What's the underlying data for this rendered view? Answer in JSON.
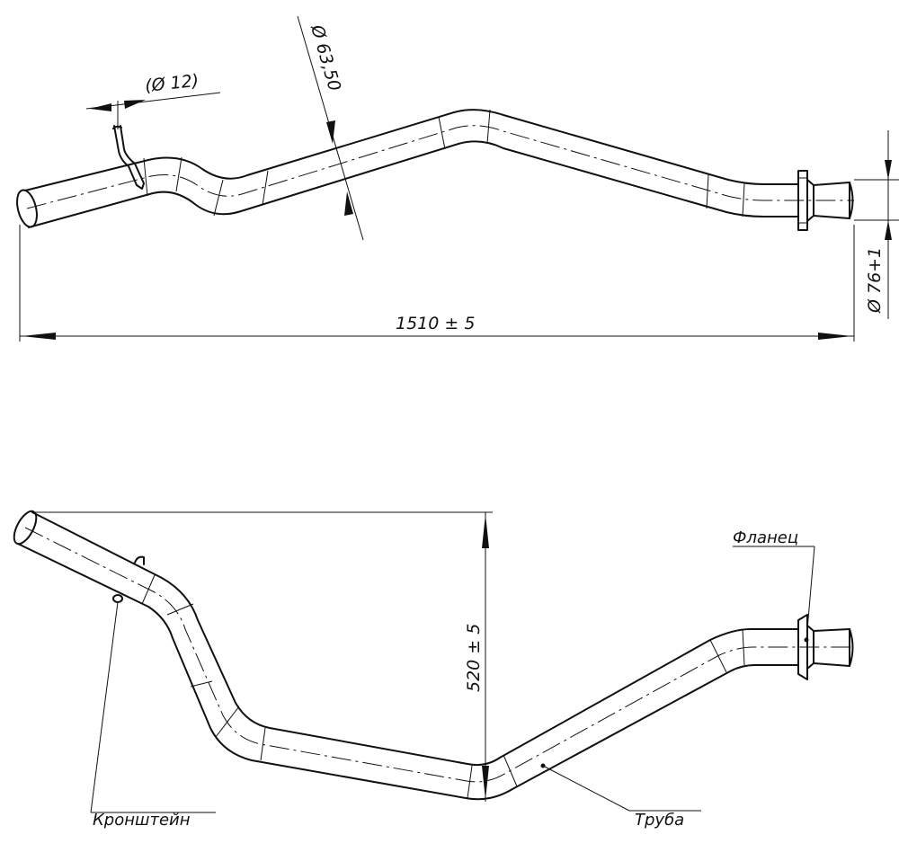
{
  "top_view": {
    "dia_bracket": "(Ø 12)",
    "dia_tube": "Ø 63,50",
    "dia_flange": "Ø 76+1",
    "length": "1510 ± 5"
  },
  "side_view": {
    "height": "520 ± 5",
    "label_flange": "Фланец",
    "label_bracket": "Кронштейн",
    "label_tube": "Труба"
  }
}
